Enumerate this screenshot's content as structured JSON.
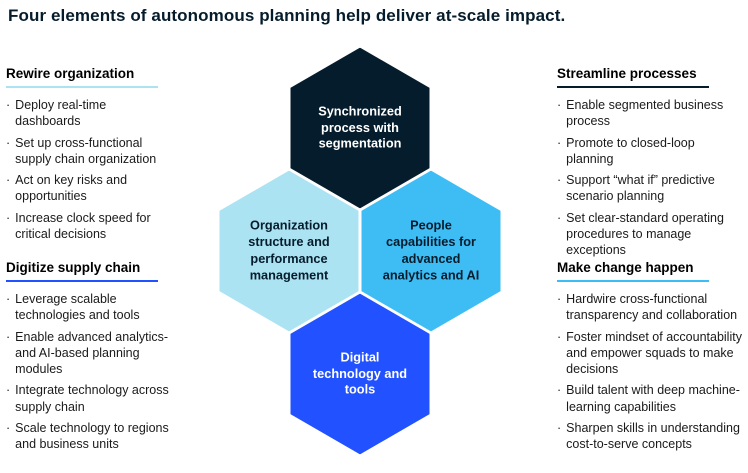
{
  "bullet_char": "·",
  "title": "Four elements of autonomous planning help deliver at-scale impact.",
  "colors": {
    "deep_navy": "#051C2C",
    "electric_blue": "#2251FF",
    "cyan": "#3EBDF4",
    "light_cyan": "#ABE3F2",
    "background": "#FFFFFF"
  },
  "sections": [
    {
      "heading": "Rewire organization",
      "underline_color": "#ABE3F2",
      "bullets": [
        "Deploy real-time dashboards",
        "Set up cross-functional supply chain organization",
        "Act on key risks and opportunities",
        "Increase clock speed for critical decisions"
      ]
    },
    {
      "heading": "Digitize supply chain",
      "underline_color": "#2251FF",
      "bullets": [
        "Leverage scalable technologies and tools",
        "Enable advanced analytics- and AI-based planning modules",
        "Integrate technology across supply chain",
        "Scale technology to regions and business units"
      ]
    },
    {
      "heading": "Streamline processes",
      "underline_color": "#051C2C",
      "bullets": [
        "Enable segmented business process",
        "Promote to closed-loop planning",
        "Support “what if” predictive scenario planning",
        "Set clear-standard operating procedures to manage exceptions"
      ]
    },
    {
      "heading": "Make change happen",
      "underline_color": "#3EBDF4",
      "bullets": [
        "Hardwire cross-functional transparency and collaboration",
        "Foster mindset of accountability and empower squads to make decisions",
        "Build talent with deep machine-learning capabilities",
        "Sharpen skills in understanding cost-to-serve concepts"
      ]
    }
  ],
  "hexagons": [
    {
      "label": "Synchronized process with segmentation",
      "fill": "#051C2C",
      "text_color": "#FFFFFF"
    },
    {
      "label": "Organization structure and performance management",
      "fill": "#ABE3F2",
      "text_color": "#051C2C"
    },
    {
      "label": "People capabilities for advanced analytics and AI",
      "fill": "#3EBDF4",
      "text_color": "#051C2C"
    },
    {
      "label": "Digital technology and tools",
      "fill": "#2251FF",
      "text_color": "#FFFFFF"
    }
  ]
}
